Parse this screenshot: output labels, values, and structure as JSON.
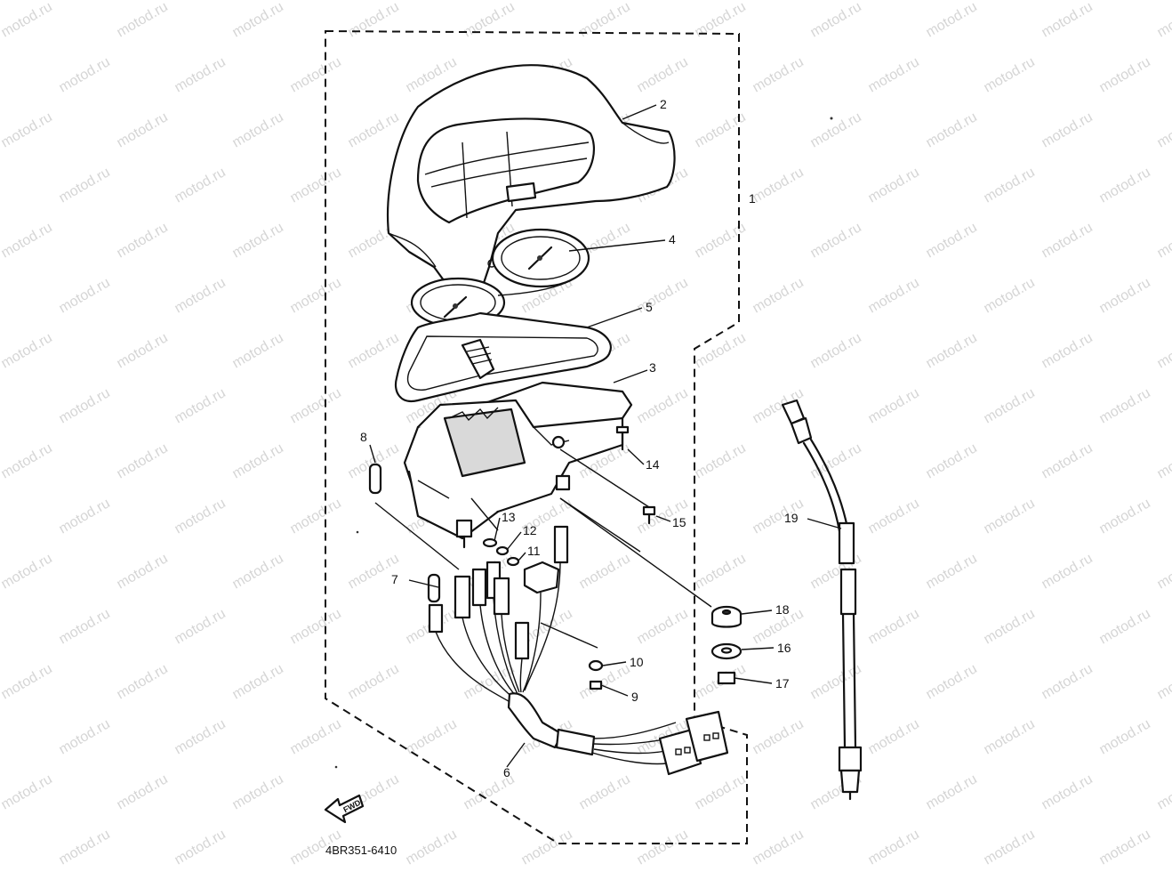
{
  "watermark": "motod.ru",
  "diagram_code": "4BR351-6410",
  "forward_mark": "FWD",
  "callouts": [
    {
      "id": "1",
      "label": "1"
    },
    {
      "id": "2",
      "label": "2"
    },
    {
      "id": "3",
      "label": "3"
    },
    {
      "id": "4",
      "label": "4"
    },
    {
      "id": "5",
      "label": "5"
    },
    {
      "id": "6",
      "label": "6"
    },
    {
      "id": "7",
      "label": "7"
    },
    {
      "id": "8",
      "label": "8"
    },
    {
      "id": "9",
      "label": "9"
    },
    {
      "id": "10",
      "label": "10"
    },
    {
      "id": "11",
      "label": "11"
    },
    {
      "id": "12",
      "label": "12"
    },
    {
      "id": "13",
      "label": "13"
    },
    {
      "id": "14",
      "label": "14"
    },
    {
      "id": "15",
      "label": "15"
    },
    {
      "id": "16",
      "label": "16"
    },
    {
      "id": "17",
      "label": "17"
    },
    {
      "id": "18",
      "label": "18"
    },
    {
      "id": "19",
      "label": "19"
    }
  ],
  "colors": {
    "ink": "#111111",
    "watermark": "#b4b4b4",
    "background": "#ffffff"
  }
}
